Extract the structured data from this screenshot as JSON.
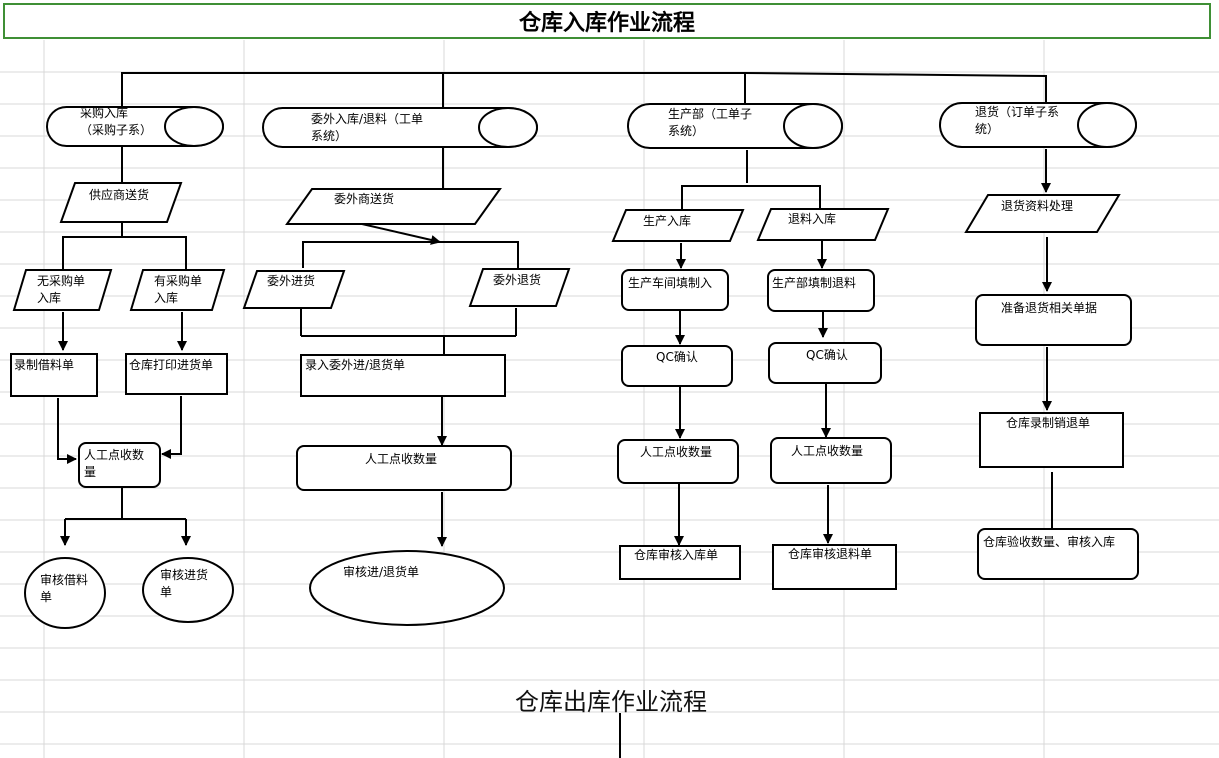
{
  "title": "仓库入库作业流程",
  "title2": "仓库出库作业流程",
  "colors": {
    "grid": "#d9d9d9",
    "frame": "#3f8f35",
    "stroke": "#000000"
  },
  "nodes": {
    "caigou_ruku": "采购入库\n（采购子系）",
    "weiwai_ruku": "委外入库/退料（工单\n系统）",
    "shengchanbu": "生产部（工单子\n系统）",
    "tuihuo": "退货（订单子系\n统）",
    "gongying_songhuo": "供应商送货",
    "wu_caigoudan": "无采购单\n入库",
    "you_caigoudan": "有采购单\n入库",
    "luzhi_jieliao": "录制借料单",
    "dayin_jinhuo": "仓库打印进货单",
    "rengong_1": "人工点收数\n量",
    "shenhe_jieliao": "审核借料\n单",
    "shenhe_jinhuo": "审核进货\n单",
    "weiwai_songhuo": "委外商送货",
    "weiwai_jinhuo": "委外进货",
    "weiwai_tuihuo": "委外退货",
    "luru_weiwai": "录入委外进/退货单",
    "rengong_2": "人工点收数量",
    "shenhe_jintui": "审核进/退货单",
    "shengchan_ruku": "生产入库",
    "tuiliao_ruku": "退料入库",
    "chejian_tianzhi": "生产车间填制入",
    "shengchanbu_tuiliao": "生产部填制退料",
    "qc_1": "QC确认",
    "qc_2": "QC确认",
    "rengong_3": "人工点收数量",
    "rengong_4": "人工点收数量",
    "shenhe_ruku": "仓库审核入库单",
    "shenhe_tuiliao": "仓库审核退料单",
    "tuihuo_ziliao": "退货资料处理",
    "zhunbei_danju": "准备退货相关单据",
    "luzhi_xiaotui": "仓库录制销退单",
    "yanshou_ruku": "仓库验收数量、审核入库"
  }
}
